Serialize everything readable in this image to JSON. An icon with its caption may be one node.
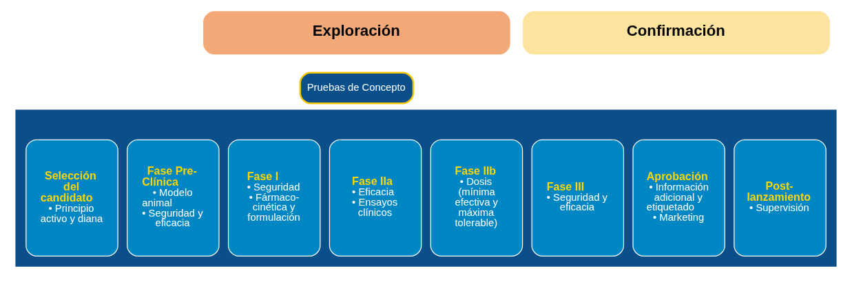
{
  "diagram": {
    "nodes": [
      {
        "text": [
          "Exploración"
        ]
      },
      {
        "text": [
          "Confirmación"
        ]
      },
      {
        "text": [],
        "shape": "arrow"
      },
      {
        "text": [
          "Pruebas de Concepto"
        ]
      },
      {
        "text": [
          "Selección del candidato",
          "• Principio activo y diana"
        ],
        "in": 2
      },
      {
        "text": [
          "Fase Pre-Clínica",
          "• Modelo animal",
          "• Seguridad y eficacia"
        ],
        "in": 2
      },
      {
        "text": [
          "Fase I",
          "• Seguridad",
          "• Fármaco-cinética y formulación"
        ],
        "in": 2
      },
      {
        "text": [
          "Fase IIa",
          "• Eficacia",
          "• Ensayos clínicos"
        ],
        "in": 2
      },
      {
        "text": [
          "Fase IIb",
          "• Dosis (mínima efectiva y máxima tolerable)"
        ],
        "in": 2
      },
      {
        "text": [
          "Fase III",
          "• Seguridad y eficacia"
        ],
        "in": 2
      },
      {
        "text": [
          "Aprobación",
          "• Información adicional y etiquetado",
          "• Marketing"
        ],
        "in": 2
      },
      {
        "text": [
          "Post-lanzamiento",
          "• Supervisión"
        ],
        "in": 2
      }
    ],
    "edges": []
  }
}
